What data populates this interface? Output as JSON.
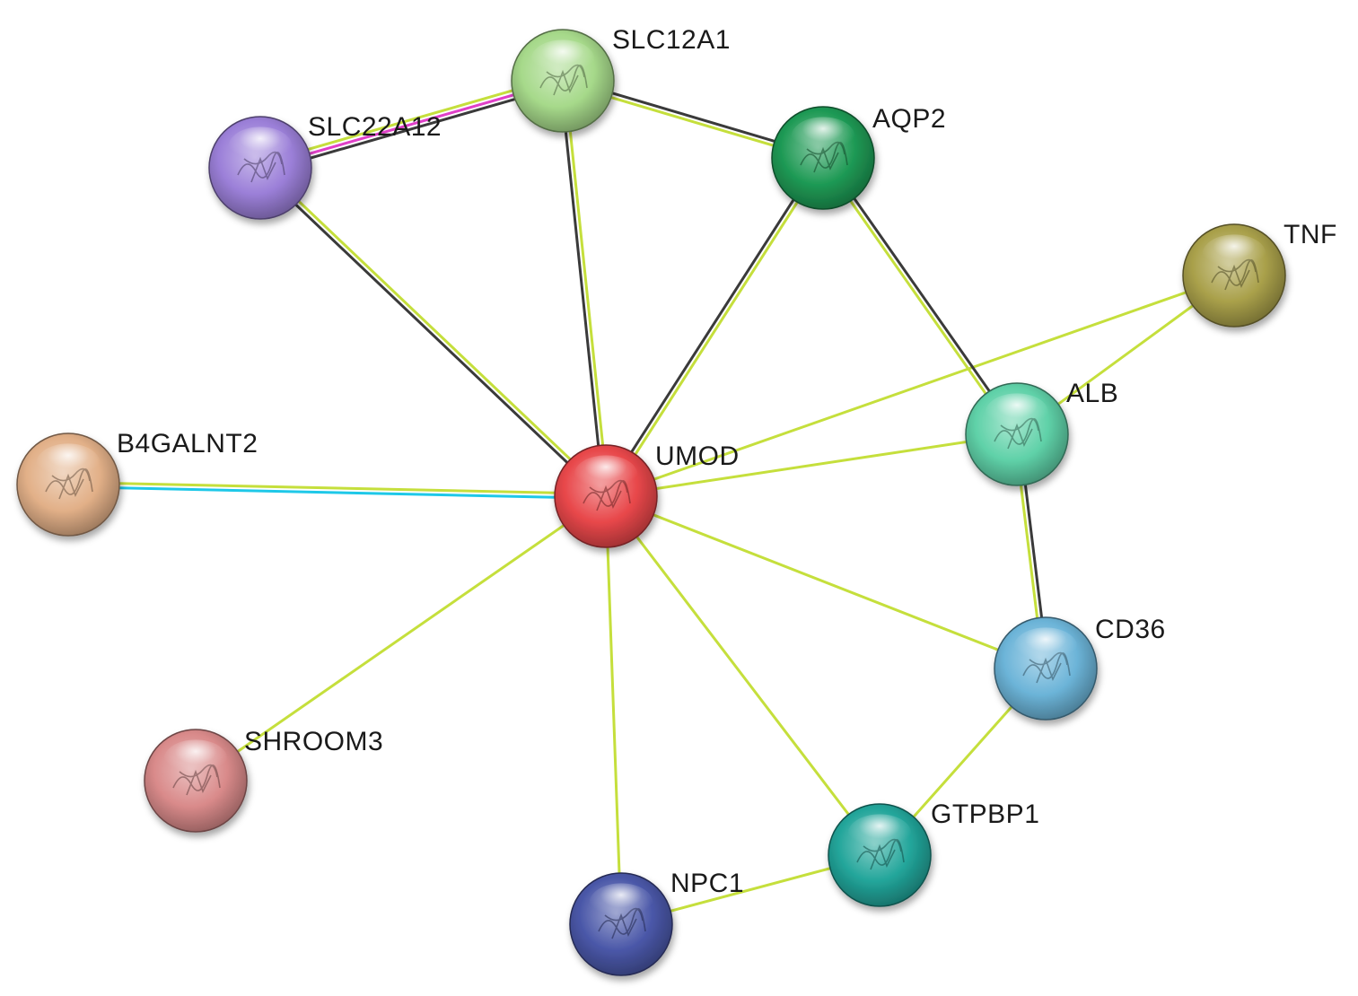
{
  "nodes": [
    {
      "id": "UMOD",
      "label": "UMOD",
      "color": "#e8474a"
    },
    {
      "id": "SLC12A1",
      "label": "SLC12A1",
      "color": "#a6d98a"
    },
    {
      "id": "SLC22A12",
      "label": "SLC22A12",
      "color": "#9b7fd8"
    },
    {
      "id": "AQP2",
      "label": "AQP2",
      "color": "#1f9a55"
    },
    {
      "id": "TNF",
      "label": "TNF",
      "color": "#a9a04a"
    },
    {
      "id": "ALB",
      "label": "ALB",
      "color": "#5fd1a8"
    },
    {
      "id": "B4GALNT2",
      "label": "B4GALNT2",
      "color": "#e2b088"
    },
    {
      "id": "CD36",
      "label": "CD36",
      "color": "#6cb4d8"
    },
    {
      "id": "SHROOM3",
      "label": "SHROOM3",
      "color": "#d98a8a"
    },
    {
      "id": "GTPBP1",
      "label": "GTPBP1",
      "color": "#22a59a"
    },
    {
      "id": "NPC1",
      "label": "NPC1",
      "color": "#4a57a8"
    }
  ],
  "edges": [
    {
      "source": "UMOD",
      "target": "SLC22A12",
      "types": [
        "black",
        "yellowgreen"
      ]
    },
    {
      "source": "UMOD",
      "target": "SLC12A1",
      "types": [
        "black",
        "yellowgreen"
      ]
    },
    {
      "source": "UMOD",
      "target": "AQP2",
      "types": [
        "black",
        "yellowgreen"
      ]
    },
    {
      "source": "UMOD",
      "target": "TNF",
      "types": [
        "yellowgreen"
      ]
    },
    {
      "source": "UMOD",
      "target": "ALB",
      "types": [
        "yellowgreen"
      ]
    },
    {
      "source": "UMOD",
      "target": "B4GALNT2",
      "types": [
        "cyan",
        "yellowgreen"
      ]
    },
    {
      "source": "UMOD",
      "target": "CD36",
      "types": [
        "yellowgreen"
      ]
    },
    {
      "source": "UMOD",
      "target": "SHROOM3",
      "types": [
        "yellowgreen"
      ]
    },
    {
      "source": "UMOD",
      "target": "GTPBP1",
      "types": [
        "yellowgreen"
      ]
    },
    {
      "source": "UMOD",
      "target": "NPC1",
      "types": [
        "yellowgreen"
      ]
    },
    {
      "source": "SLC12A1",
      "target": "SLC22A12",
      "types": [
        "black",
        "magenta",
        "yellowgreen"
      ]
    },
    {
      "source": "SLC12A1",
      "target": "AQP2",
      "types": [
        "black",
        "yellowgreen"
      ]
    },
    {
      "source": "AQP2",
      "target": "ALB",
      "types": [
        "black",
        "yellowgreen"
      ]
    },
    {
      "source": "TNF",
      "target": "ALB",
      "types": [
        "yellowgreen"
      ]
    },
    {
      "source": "ALB",
      "target": "CD36",
      "types": [
        "black",
        "yellowgreen"
      ]
    },
    {
      "source": "CD36",
      "target": "GTPBP1",
      "types": [
        "yellowgreen"
      ]
    },
    {
      "source": "GTPBP1",
      "target": "NPC1",
      "types": [
        "yellowgreen"
      ]
    }
  ],
  "edge_colors": {
    "black": "#3a3a3a",
    "yellowgreen": "#c5df3c",
    "magenta": "#e040c8",
    "cyan": "#1ec8e8"
  }
}
